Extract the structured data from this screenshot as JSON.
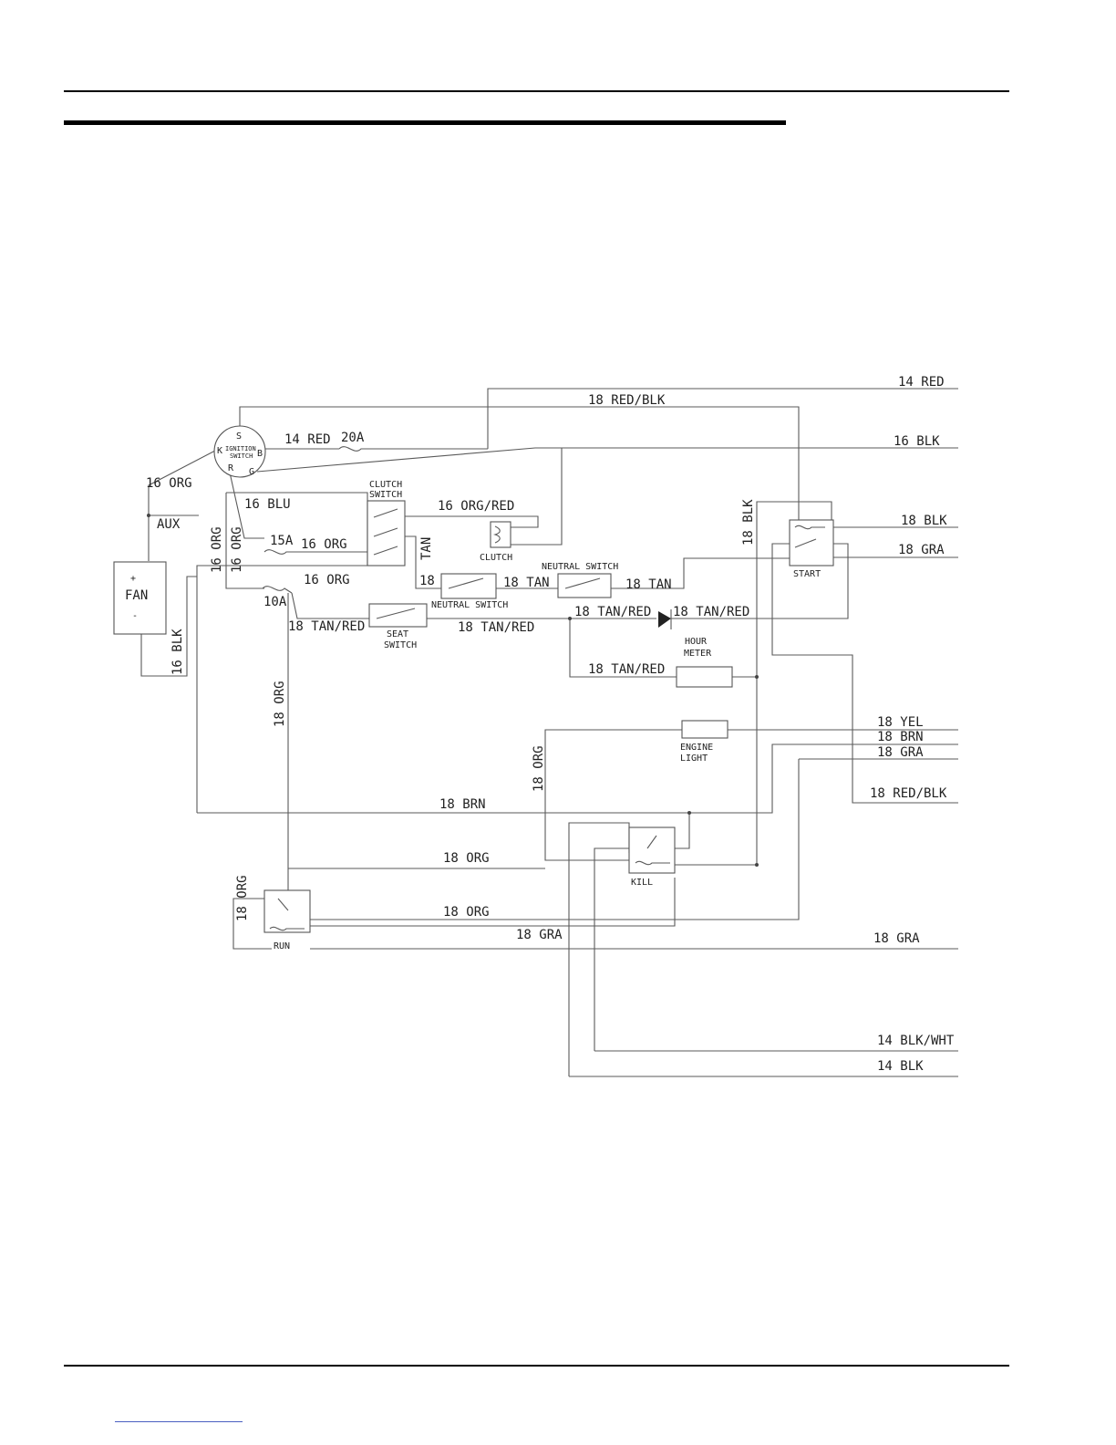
{
  "wires": {
    "w14_red_top": "14 RED",
    "w18_red_blk_top": "18 RED/BLK",
    "w14_red_ign": "14 RED",
    "fuse_20a": "20A",
    "w16_blk_top": "16 BLK",
    "w16_org_left": "16 ORG",
    "w16_blu": "16 BLU",
    "w16_org_orange": "16 ORG/RED",
    "aux": "AUX",
    "fuse_15a": "15A",
    "w16_org_mid": "16 ORG",
    "w16_org_low": "16 ORG",
    "w16_org_vert1": "16 ORG",
    "w16_org_vert2": "16 ORG",
    "tan_vert": "TAN",
    "w18_tan_1": "18 TAN",
    "w18_tan_2": "18 TAN",
    "fuse_10a": "10A",
    "w18_tan_red_1": "18 TAN/RED",
    "w18_tan_red_2": "18 TAN/RED",
    "w18_tan_red_3": "18 TAN/RED",
    "w18_tan_red_4": "18 TAN/RED",
    "w18_tan_red_5": "18 TAN/RED",
    "w16_blk_fan": "16 BLK",
    "w18_blk_vert": "18 BLK",
    "w18_blk_right": "18 BLK",
    "w18_gra_right": "18 GRA",
    "w18_org_vert": "18 ORG",
    "w18_yel": "18 YEL",
    "w18_brn_right": "18 BRN",
    "w18_gra_right2": "18 GRA",
    "w18_org_vert2": "18 ORG",
    "w18_red_blk_right": "18 RED/BLK",
    "w18_brn": "18 BRN",
    "w18_org_1": "18 ORG",
    "w18_org_run": "18 ORG",
    "w18_org_2": "18 ORG",
    "w18_gra_run": "18 GRA",
    "w18_gra_bottom": "18 GRA",
    "w14_blk_wht": "14 BLK/WHT",
    "w14_blk": "14 BLK"
  },
  "components": {
    "ignition_line1": "IGNITION",
    "ignition_line2": "SWITCH",
    "ign_s": "S",
    "ign_k": "K",
    "ign_b": "B",
    "ign_r": "R",
    "ign_g": "G",
    "clutch_switch_line1": "CLUTCH",
    "clutch_switch_line2": "SWITCH",
    "clutch": "CLUTCH",
    "neutral_switch_top": "NEUTRAL SWITCH",
    "neutral_switch_bottom": "NEUTRAL SWITCH",
    "seat_switch_line1": "SEAT",
    "seat_switch_line2": "SWITCH",
    "fan": "FAN",
    "fan_plus": "+",
    "fan_minus": "-",
    "start": "START",
    "hour_meter_line1": "HOUR",
    "hour_meter_line2": "METER",
    "engine_light_line1": "ENGINE",
    "engine_light_line2": "LIGHT",
    "kill": "KILL",
    "run": "RUN"
  }
}
